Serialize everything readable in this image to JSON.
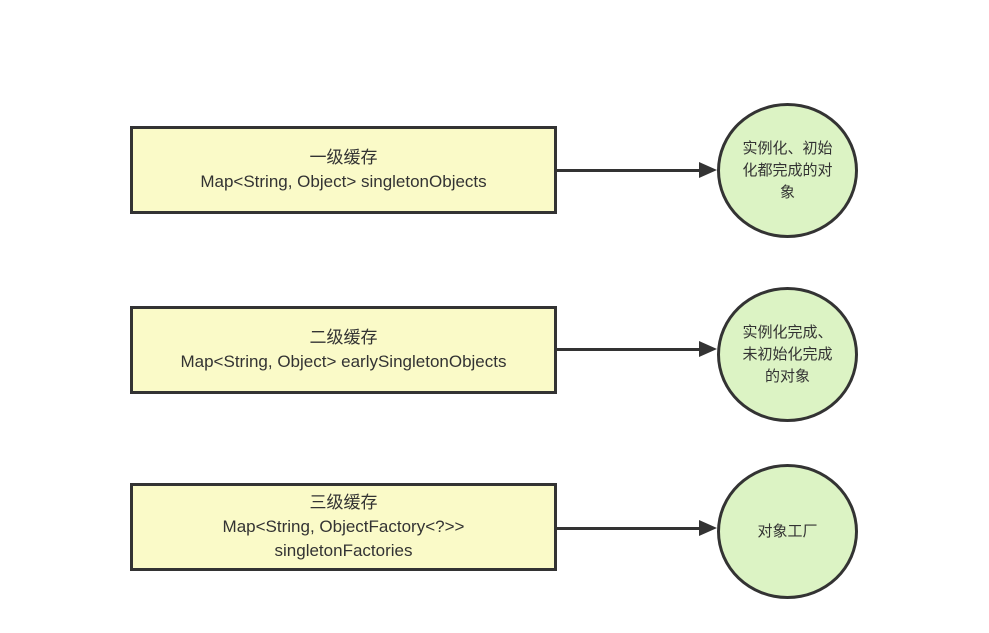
{
  "diagram": {
    "title_meaning": "Spring singleton three-level cache diagram",
    "colors": {
      "box_fill": "#fafac8",
      "box_border": "#333333",
      "circle_fill": "#dcf3c4",
      "circle_border": "#333333",
      "arrow": "#333333",
      "text": "#333333",
      "bg": "#ffffff"
    },
    "rows": [
      {
        "box": {
          "title": "一级缓存",
          "code_lines": [
            "Map<String, Object> singletonObjects"
          ]
        },
        "circle": {
          "lines": [
            "实例化、初始",
            "化都完成的对",
            "象"
          ]
        }
      },
      {
        "box": {
          "title": "二级缓存",
          "code_lines": [
            "Map<String, Object> earlySingletonObjects"
          ]
        },
        "circle": {
          "lines": [
            "实例化完成、",
            "未初始化完成",
            "的对象"
          ]
        }
      },
      {
        "box": {
          "title": "三级缓存",
          "code_lines": [
            "Map<String, ObjectFactory<?>>",
            "singletonFactories"
          ]
        },
        "circle": {
          "lines": [
            "对象工厂"
          ]
        }
      }
    ]
  }
}
